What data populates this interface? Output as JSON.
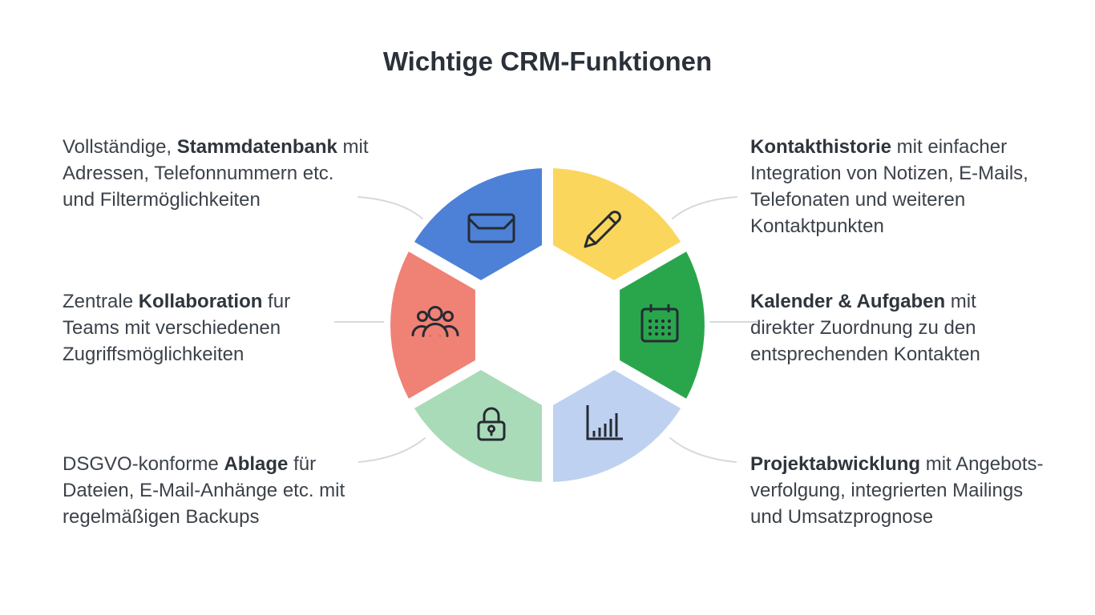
{
  "title": "Wichtige CRM-Funktionen",
  "colors": {
    "background": "#FFFFFF",
    "icon_stroke": "#262B33",
    "connector_gray": "#D4D9DE",
    "title_color": "#2B313A",
    "body_color": "#3C424A",
    "bold_color": "#2F353D"
  },
  "features": [
    {
      "name": "stammdatenbank",
      "color": "#4D81D7",
      "icon": "envelope-icon",
      "position": "top-left",
      "lines": [
        {
          "pre": "Vollständige, ",
          "bold": "Stammdatenbank",
          "post": " mit"
        },
        {
          "pre": "Adressen, Telefonnummern etc.",
          "bold": "",
          "post": ""
        },
        {
          "pre": "und Filtermöglichkeiten",
          "bold": "",
          "post": ""
        }
      ]
    },
    {
      "name": "kontakthistorie",
      "color": "#FBD65C",
      "icon": "pencil-icon",
      "position": "top-right",
      "lines": [
        {
          "pre": "",
          "bold": "Kontakthistorie",
          "post": " mit einfacher"
        },
        {
          "pre": "Integration von Notizen, E-Mails,",
          "bold": "",
          "post": ""
        },
        {
          "pre": "Telefonaten und weiteren",
          "bold": "",
          "post": ""
        },
        {
          "pre": "Kontaktpunkten",
          "bold": "",
          "post": ""
        }
      ]
    },
    {
      "name": "kollaboration",
      "color": "#F08175",
      "icon": "people-icon",
      "position": "middle-left",
      "lines": [
        {
          "pre": "Zentrale ",
          "bold": "Kollaboration",
          "post": " fur"
        },
        {
          "pre": "Teams mit verschiedenen",
          "bold": "",
          "post": ""
        },
        {
          "pre": "Zugriffsmöglichkeiten",
          "bold": "",
          "post": ""
        }
      ]
    },
    {
      "name": "kalender-aufgaben",
      "color": "#29A64C",
      "icon": "calendar-icon",
      "position": "middle-right",
      "lines": [
        {
          "pre": "",
          "bold": "Kalender & Aufgaben",
          "post": " mit"
        },
        {
          "pre": "direkter Zuordnung zu den",
          "bold": "",
          "post": ""
        },
        {
          "pre": "entsprechenden Kontakten",
          "bold": "",
          "post": ""
        }
      ]
    },
    {
      "name": "ablage",
      "color": "#AADBB8",
      "icon": "lock-icon",
      "position": "bottom-left",
      "lines": [
        {
          "pre": "DSGVO-konforme ",
          "bold": "Ablage",
          "post": " für"
        },
        {
          "pre": "Dateien, E-Mail-Anhänge etc. mit",
          "bold": "",
          "post": ""
        },
        {
          "pre": "regelmäßigen Backups",
          "bold": "",
          "post": ""
        }
      ]
    },
    {
      "name": "projektabwicklung",
      "color": "#BED1F0",
      "icon": "bar-chart-icon",
      "position": "bottom-right",
      "lines": [
        {
          "pre": "",
          "bold": "Projektabwicklung",
          "post": " mit Angebots-"
        },
        {
          "pre": "verfolgung, integrierten Mailings",
          "bold": "",
          "post": ""
        },
        {
          "pre": "und Umsatzprognose",
          "bold": "",
          "post": ""
        }
      ]
    }
  ]
}
